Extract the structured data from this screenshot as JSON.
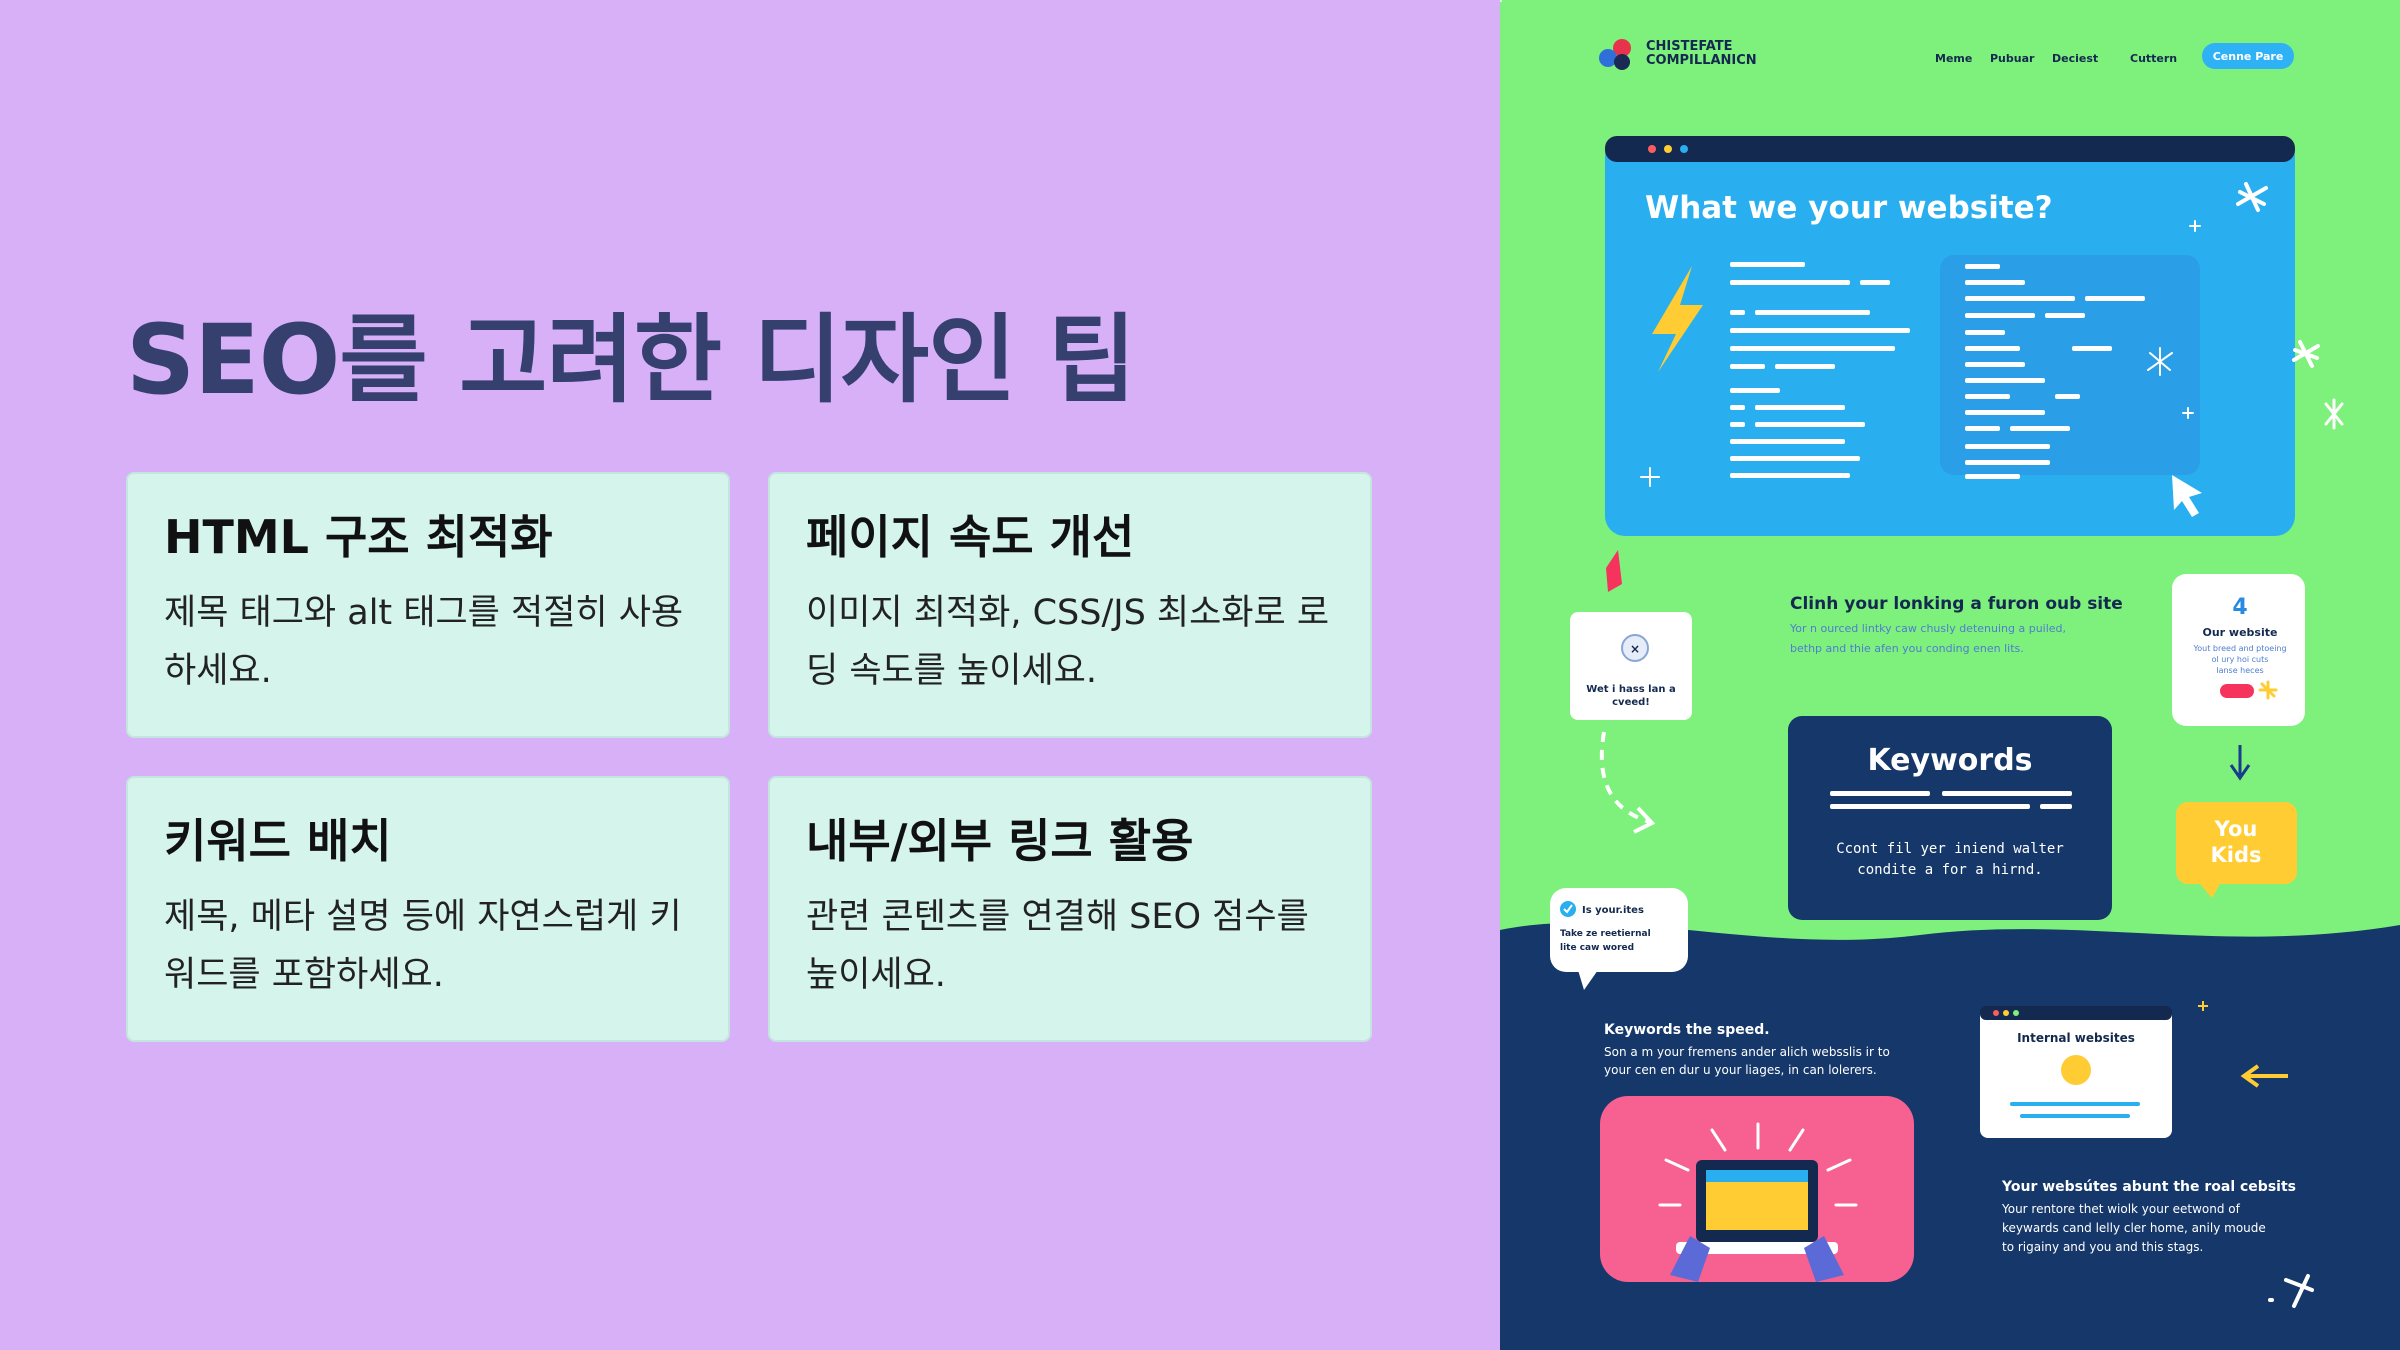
{
  "slide": {
    "title": "SEO를 고려한 디자인 팁",
    "cards": [
      {
        "heading": "HTML 구조 최적화",
        "body": "제목 태그와 alt 태그를 적절히 사용하세요."
      },
      {
        "heading": "페이지 속도 개선",
        "body": "이미지 최적화, CSS/JS 최소화로 로딩 속도를 높이세요."
      },
      {
        "heading": "키워드 배치",
        "body": "제목, 메타 설명 등에 자연스럽게 키워드를 포함하세요."
      },
      {
        "heading": "내부/외부 링크 활용",
        "body": "관련 콘텐츠를 연결해 SEO 점수를 높이세요."
      }
    ]
  },
  "illustration": {
    "logo_line1": "CHISTEFATE",
    "logo_line2": "COMPILLANICN",
    "nav": [
      "Meme",
      "Pubuar",
      "Deciest",
      "Cuttern"
    ],
    "cta": "Cenne Pare",
    "hero_title": "What we your website?",
    "mid_heading": "Clinh your lonking a furon oub site",
    "mid_body1": "Yor n ourced lintky caw chusly detenuing a puiled,",
    "mid_body2": "bethp and thie afen you conding enen lits.",
    "card_small_text1": "Wet i hass lan a",
    "card_small_text2": "cveed!",
    "card_right_num": "4",
    "card_right_title": "Our website",
    "card_right_body1": "Yout breed and ptoeing",
    "card_right_body2": "ol ury hoi cuts",
    "card_right_body3": "lanse heces",
    "keywords_title": "Keywords",
    "keywords_body1": "Ccont fil yer iniend walter",
    "keywords_body2": "condite a for a hirnd.",
    "yellow_card1": "You",
    "yellow_card2": "Kids",
    "bubble_title": "Is your.ites",
    "bubble_body1": "Take ze reetiernal",
    "bubble_body2": "lite caw wored",
    "speed_title": "Keywords the speed.",
    "speed_body1": "Son a m your fremens ander alich websslis ir to",
    "speed_body2": "your cen en dur u your liages, in can lolerers.",
    "internal_title": "Internal websites",
    "bottom_title": "Your websútes abunt the roal cebsits",
    "bottom_body1": "Your rentore thet wiolk your eetwond of",
    "bottom_body2": "keywards cand lelly cler home, anily moude",
    "bottom_body3": "to rigainy and you and this stags.",
    "colors": {
      "green": "#7ef07c",
      "navy": "#15376a",
      "blue": "#29aef0",
      "pink": "#f66191",
      "yellow": "#ffcd33"
    }
  }
}
